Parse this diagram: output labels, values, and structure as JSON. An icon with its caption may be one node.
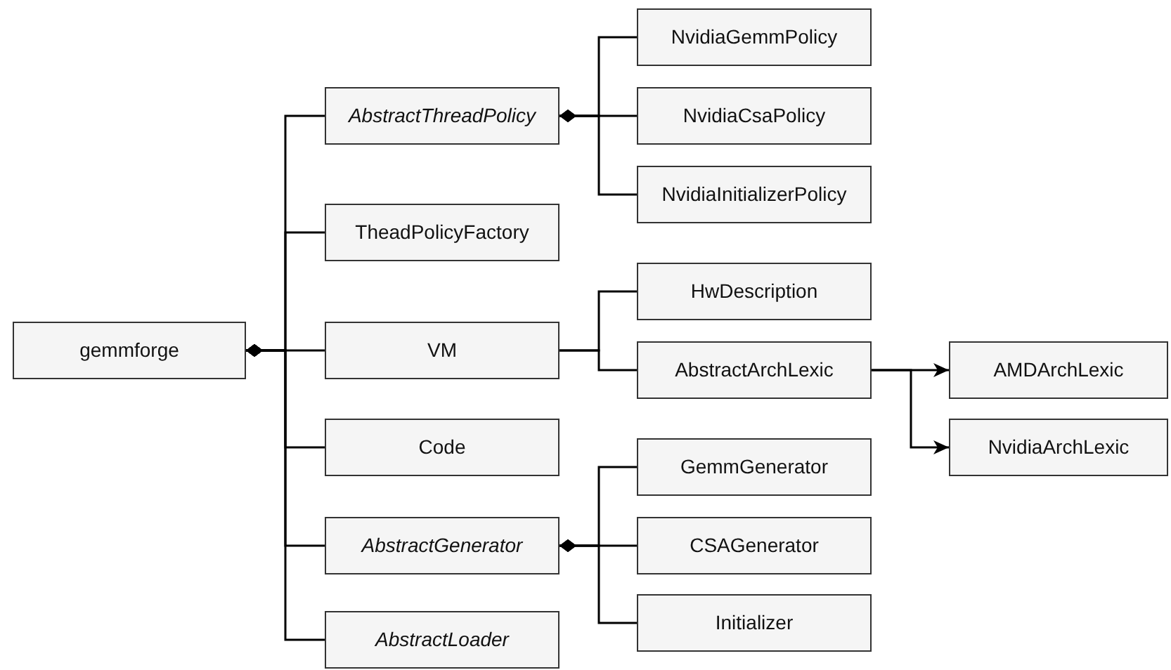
{
  "diagram": {
    "nodes": [
      {
        "text": [
          "gemmforge"
        ]
      },
      {
        "text": [
          "AbstractThreadPolicy"
        ]
      },
      {
        "text": [
          "TheadPolicyFactory"
        ]
      },
      {
        "text": [
          "VM"
        ]
      },
      {
        "text": [
          "Code"
        ]
      },
      {
        "text": [
          "AbstractGenerator"
        ]
      },
      {
        "text": [
          "AbstractLoader"
        ]
      },
      {
        "text": [
          "NvidiaGemmPolicy"
        ]
      },
      {
        "text": [
          "NvidiaCsaPolicy"
        ]
      },
      {
        "text": [
          "NvidiaInitializerPolicy"
        ]
      },
      {
        "text": [
          "HwDescription"
        ]
      },
      {
        "text": [
          "AbstractArchLexic"
        ]
      },
      {
        "text": [
          "GemmGenerator"
        ]
      },
      {
        "text": [
          "CSAGenerator"
        ]
      },
      {
        "text": [
          "Initializer"
        ]
      },
      {
        "text": [
          "AMDArchLexic"
        ]
      },
      {
        "text": [
          "NvidiaArchLexic"
        ]
      }
    ],
    "edges": [
      {
        "from": 0,
        "to": 1,
        "arrow": "other"
      },
      {
        "from": 0,
        "to": 2,
        "arrow": "other"
      },
      {
        "from": 0,
        "to": 3,
        "arrow": "other"
      },
      {
        "from": 0,
        "to": 4,
        "arrow": "other"
      },
      {
        "from": 0,
        "to": 5,
        "arrow": "other"
      },
      {
        "from": 0,
        "to": 6,
        "arrow": "other"
      },
      {
        "from": 1,
        "to": 7,
        "arrow": "other"
      },
      {
        "from": 1,
        "to": 8,
        "arrow": "other"
      },
      {
        "from": 1,
        "to": 9,
        "arrow": "other"
      },
      {
        "from": 3,
        "to": 10,
        "arrow": "none"
      },
      {
        "from": 3,
        "to": 11,
        "arrow": "none"
      },
      {
        "from": 11,
        "to": 15,
        "arrow": "to"
      },
      {
        "from": 11,
        "to": 16,
        "arrow": "to"
      },
      {
        "from": 5,
        "to": 12,
        "arrow": "other"
      },
      {
        "from": 5,
        "to": 13,
        "arrow": "other"
      },
      {
        "from": 5,
        "to": 14,
        "arrow": "other"
      }
    ]
  }
}
